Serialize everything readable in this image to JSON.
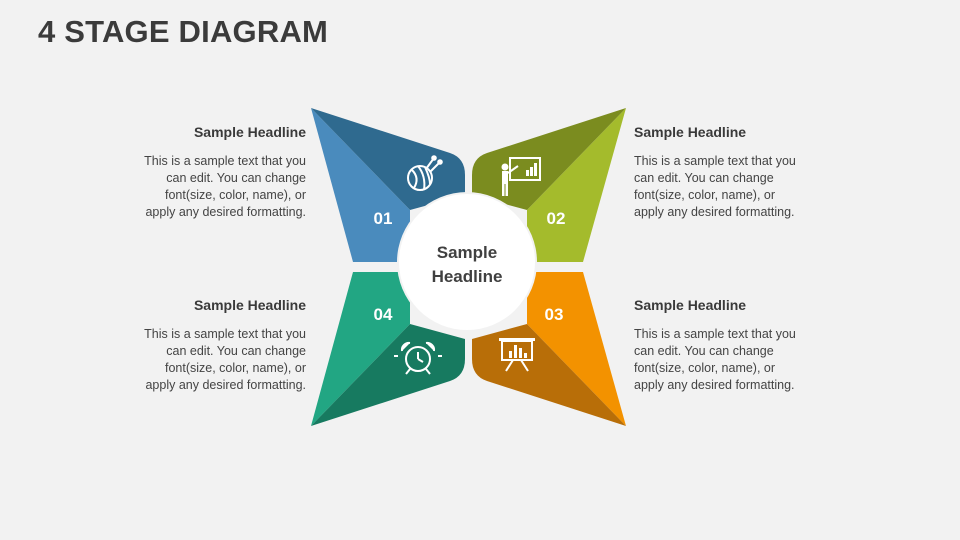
{
  "title": "4 STAGE DIAGRAM",
  "center": {
    "line1": "Sample",
    "line2": "Headline"
  },
  "stages": [
    {
      "number": "01",
      "icon": "yarn-ball-knitting-icon",
      "color_light": "#4a8bbd",
      "color_dark": "#2f6a8f",
      "heading": "Sample Headline",
      "text_lines": [
        "This is a sample text that you",
        "can edit. You can change",
        "font(size, color, name), or",
        "apply any desired formatting."
      ]
    },
    {
      "number": "02",
      "icon": "presenter-board-icon",
      "color_light": "#a4bb2c",
      "color_dark": "#7b8c1f",
      "heading": "Sample Headline",
      "text_lines": [
        "This is a sample text that you",
        "can edit. You can change",
        "font(size, color, name), or",
        "apply any desired formatting."
      ]
    },
    {
      "number": "03",
      "icon": "easel-chart-icon",
      "color_light": "#f39200",
      "color_dark": "#b86e08",
      "heading": "Sample Headline",
      "text_lines": [
        "This is a sample text that you",
        "can edit. You can change",
        "font(size, color, name), or",
        "apply any desired formatting."
      ]
    },
    {
      "number": "04",
      "icon": "alarm-clock-icon",
      "color_light": "#22a683",
      "color_dark": "#177a60",
      "heading": "Sample Headline",
      "text_lines": [
        "This is a sample text that you",
        "can edit. You can change",
        "font(size, color, name), or",
        "apply any desired formatting."
      ]
    }
  ]
}
